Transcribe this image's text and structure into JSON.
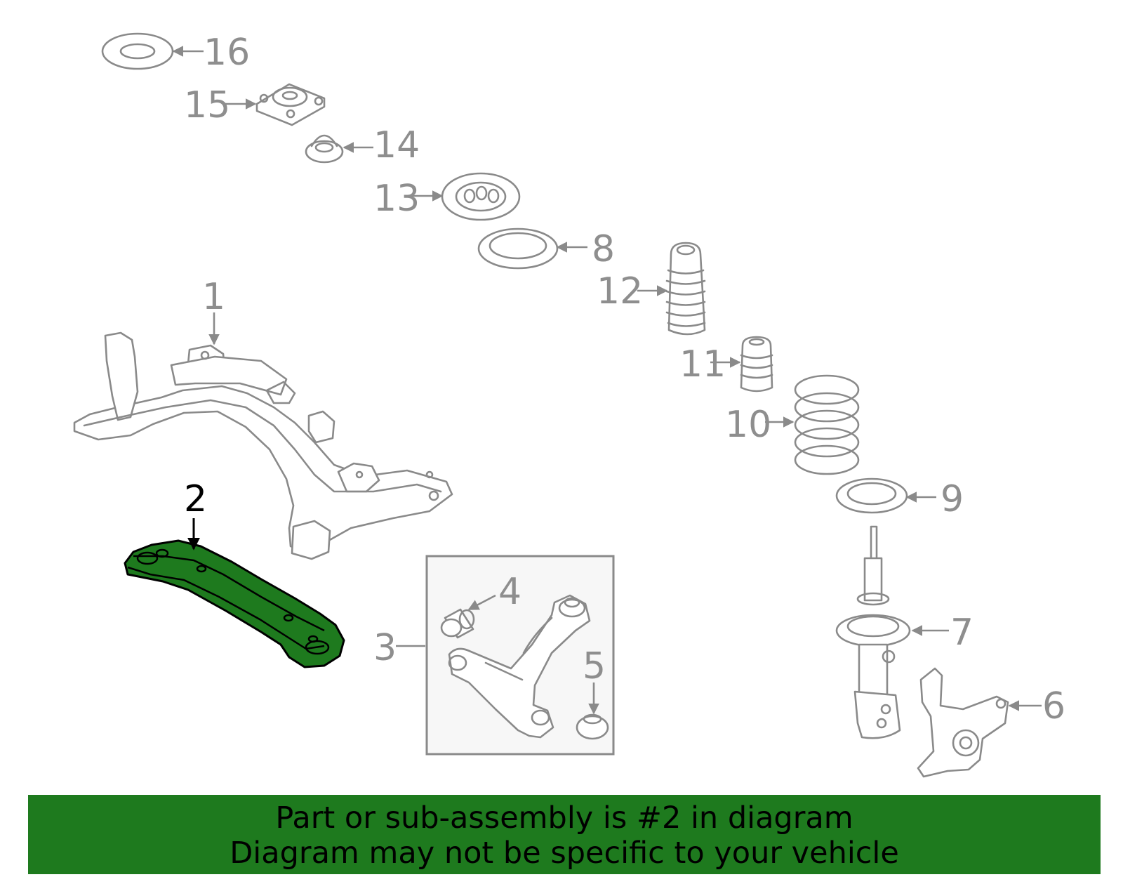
{
  "callouts": {
    "c1": "1",
    "c2": "2",
    "c3": "3",
    "c4": "4",
    "c5": "5",
    "c6": "6",
    "c7": "7",
    "c8": "8",
    "c9": "9",
    "c10": "10",
    "c11": "11",
    "c12": "12",
    "c13": "13",
    "c14": "14",
    "c15": "15",
    "c16": "16"
  },
  "selected_part": "2",
  "colors": {
    "highlight": "#1e7a1e",
    "line": "#8a8a8a",
    "banner": "#1e7a1e"
  },
  "footer": {
    "line1": "Part or sub-assembly is #2 in diagram",
    "line2": "Diagram may not be specific to your vehicle"
  }
}
